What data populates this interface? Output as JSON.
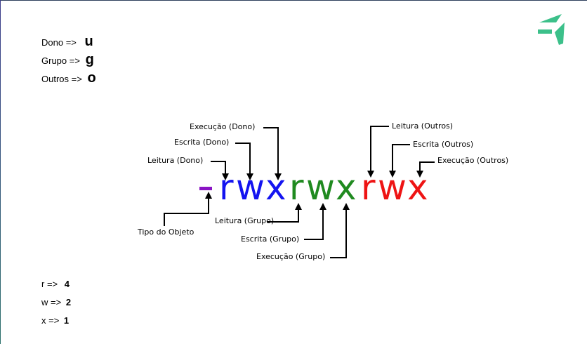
{
  "legend_top": [
    {
      "label": "Dono =>",
      "value": "u"
    },
    {
      "label": "Grupo  =>",
      "value": "g"
    },
    {
      "label": "Outros =>",
      "value": "o"
    }
  ],
  "legend_bottom": [
    {
      "label": "r =>",
      "value": "4"
    },
    {
      "label": "w  =>",
      "value": "2"
    },
    {
      "label": "x =>",
      "value": "1"
    }
  ],
  "permission_string": {
    "type_char": "-",
    "owner": [
      "r",
      "w",
      "x"
    ],
    "group": [
      "r",
      "w",
      "x"
    ],
    "others": [
      "r",
      "w",
      "x"
    ]
  },
  "colors": {
    "type": "#8a14c4",
    "owner": "#1414f0",
    "group": "#1f8a1f",
    "others": "#ee1414",
    "logo": "#3cc08a"
  },
  "annotations": {
    "owner_read": "Leitura (Dono)",
    "owner_write": "Escrita (Dono)",
    "owner_exec": "Execução (Dono)",
    "others_read": "Leitura (Outros)",
    "others_write": "Escrita (Outros)",
    "others_exec": "Execução (Outros)",
    "group_read": "Leitura (Grupo)",
    "group_write": "Escrita (Grupo)",
    "group_exec": "Execução (Grupo)",
    "object_type": "Tipo do Objeto"
  },
  "logo_icon": "paper-plane-logo-icon"
}
